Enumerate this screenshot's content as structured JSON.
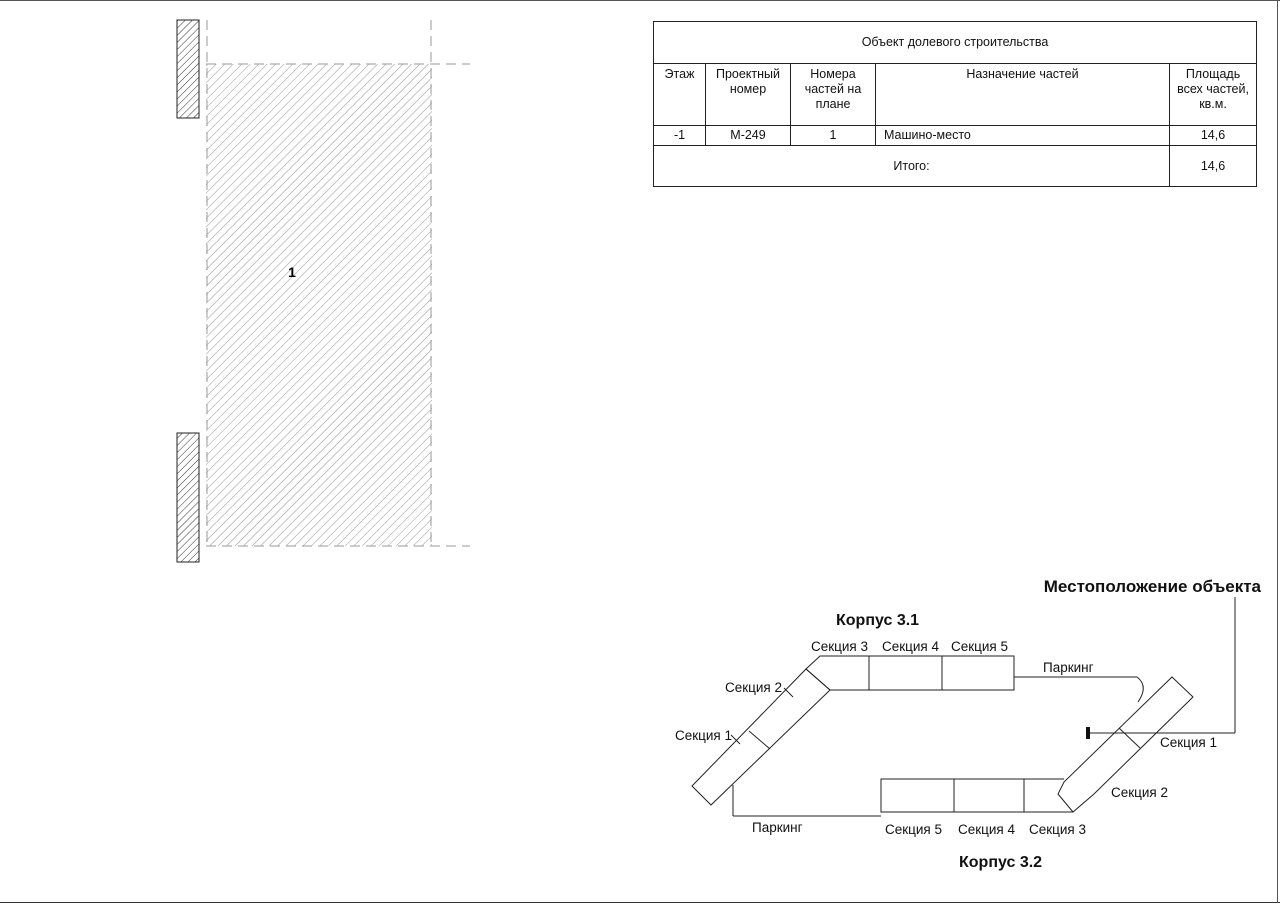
{
  "table": {
    "title": "Объект долевого строительства",
    "headers": {
      "floor": "Этаж",
      "project_number": "Проектный номер",
      "plan_parts": "Номера частей на плане",
      "purpose": "Назначение частей",
      "area": "Площадь всех частей, кв.м."
    },
    "rows": [
      {
        "floor": "-1",
        "project_number": "М-249",
        "plan_parts": "1",
        "purpose": "Машино-место",
        "area": "14,6"
      }
    ],
    "total_label": "Итого:",
    "total_value": "14,6"
  },
  "plan": {
    "part_number": "1"
  },
  "location": {
    "title": "Местоположение объекта",
    "building_1": {
      "name": "Корпус 3.1",
      "sections": [
        "Секция 1",
        "Секция 2",
        "Секция 3",
        "Секция 4",
        "Секция 5"
      ],
      "parking": "Паркинг"
    },
    "building_2": {
      "name": "Корпус 3.2",
      "sections": [
        "Секция 1",
        "Секция 2",
        "Секция 3",
        "Секция 4",
        "Секция 5"
      ],
      "parking": "Паркинг"
    }
  }
}
